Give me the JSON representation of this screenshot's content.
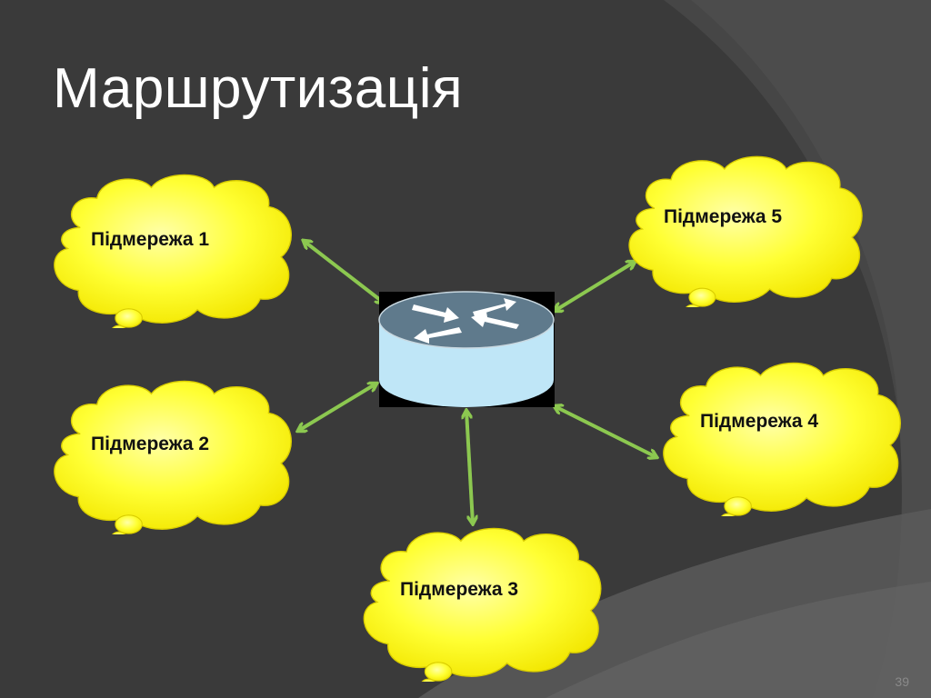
{
  "title": "Маршрутизація",
  "slide_number": "39",
  "subnets": [
    {
      "label": "Підмережа 1"
    },
    {
      "label": "Підмережа 2"
    },
    {
      "label": "Підмережа 3"
    },
    {
      "label": "Підмережа 4"
    },
    {
      "label": "Підмережа 5"
    }
  ],
  "colors": {
    "background": "#3a3a3a",
    "cloud_fill": "#ffff1a",
    "arrow": "#8cc850",
    "router_top": "#5f7a8c",
    "router_body": "#bfe6f7"
  },
  "icons": [
    "router-icon"
  ]
}
